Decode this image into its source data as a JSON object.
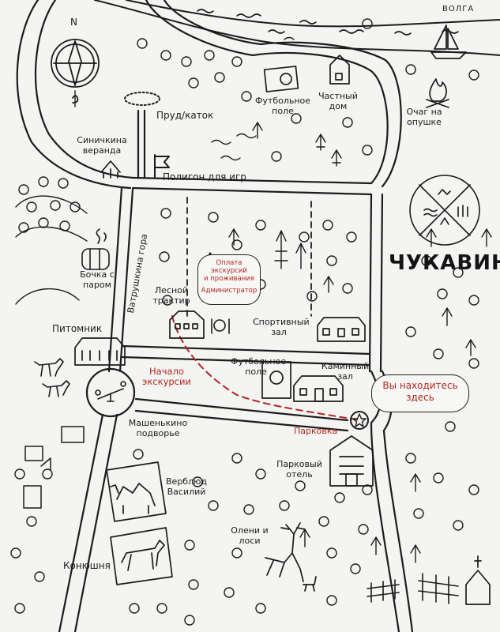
{
  "map": {
    "title": "ЧУКАВИНО",
    "river": "ВОЛГА",
    "places": {
      "pond": "Пруд/каток",
      "football_top": "Футбольное поле",
      "private_house": "Частный дом",
      "campfire": "Очаг на опушке",
      "veranda": "Синичкина веранда",
      "polygon": "Полигон для игр",
      "barrel": "Бочка с паром",
      "hill": "Ватрушкина гора",
      "tavern": "Лесной трактир",
      "sport_hall": "Спортивный зал",
      "nursery": "Питомник",
      "football_mid": "Футбольное поле",
      "fireplace_hall": "Каминный зал",
      "courtyard": "Машенькино подворье",
      "park_hotel": "Парковый отель",
      "camel": "Верблюд Василий",
      "deer": "Олени и лоси",
      "stable": "Конюшня"
    },
    "admin_bubble": {
      "line1": "Оплата экскурсий",
      "line2": "и проживания",
      "line3": "Администратор"
    },
    "tour_start": "Начало экскурсии",
    "you_are_here": "Вы находитесь здесь",
    "parking": "Парковка",
    "compass": "N",
    "colors": {
      "ink": "#1c1c1c",
      "accent": "#b3261e",
      "paper": "#f4f4f2"
    }
  }
}
